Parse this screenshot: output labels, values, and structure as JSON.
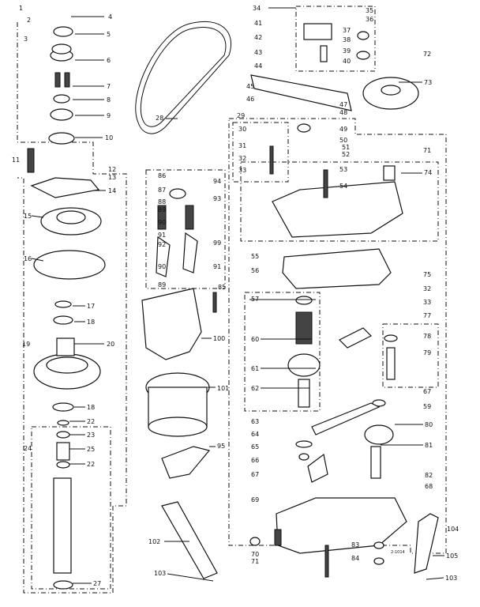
{
  "diagram": {
    "footer_code": "2-1014",
    "callouts": [
      "1",
      "2",
      "3",
      "4",
      "5",
      "6",
      "7",
      "8",
      "9",
      "10",
      "11",
      "12",
      "13",
      "14",
      "15",
      "16",
      "17",
      "18",
      "19",
      "20",
      "18",
      "22",
      "23",
      "24",
      "25",
      "22",
      "27",
      "28",
      "34",
      "35",
      "36",
      "41",
      "42",
      "37",
      "38",
      "39",
      "40",
      "43",
      "44",
      "45",
      "46",
      "47",
      "48",
      "72",
      "73",
      "29",
      "30",
      "49",
      "50",
      "31",
      "32",
      "33",
      "51",
      "52",
      "71",
      "53",
      "54",
      "74",
      "86",
      "87",
      "88",
      "89",
      "90",
      "91",
      "92",
      "94",
      "93",
      "99",
      "55",
      "56",
      "91",
      "90",
      "89",
      "85",
      "57",
      "100",
      "60",
      "61",
      "62",
      "101",
      "95",
      "63",
      "64",
      "65",
      "66",
      "67",
      "69",
      "102",
      "103",
      "70",
      "71",
      "75",
      "32",
      "33",
      "77",
      "78",
      "79",
      "67",
      "59",
      "80",
      "81",
      "82",
      "68",
      "83",
      "84",
      "104",
      "105",
      "103"
    ]
  }
}
